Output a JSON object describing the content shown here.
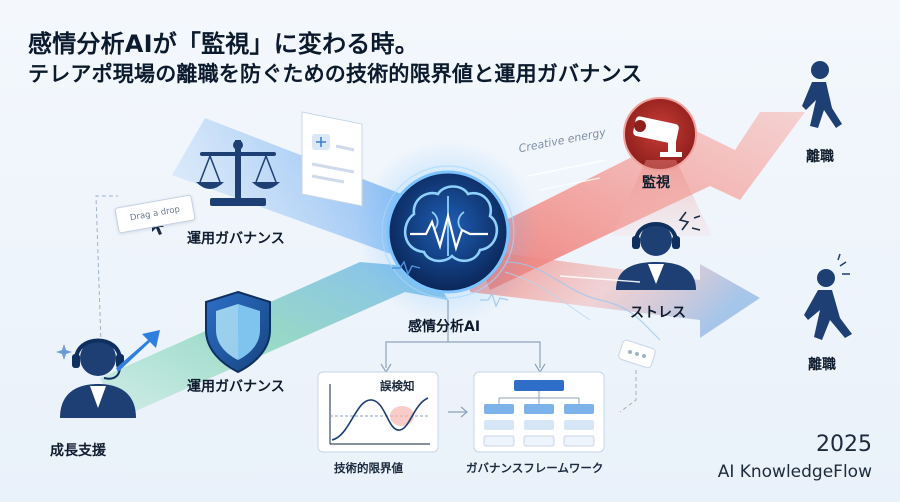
{
  "title": {
    "line1": "感情分析AIが「監視」に変わる時。",
    "line2": "テレアポ現場の離職を防ぐための技術的限界値と運用ガバナンス"
  },
  "center": {
    "label": "感情分析AI"
  },
  "left": {
    "top_label": "運用ガバナンス",
    "mid_label": "運用ガバナンス",
    "bottom_label": "成長支援",
    "drag_text": "Drag a drop"
  },
  "right": {
    "creative_text": "Creative energy",
    "monitor_label": "監視",
    "stress_label": "ストレス",
    "leave_top_label": "離職",
    "leave_bottom_label": "離職"
  },
  "bottom": {
    "chart_label": "技術的限界値",
    "false_detect_label": "誤検知",
    "framework_label": "ガバナンスフレームワーク"
  },
  "footer": {
    "year": "2025",
    "brand": "AI KnowledgeFlow"
  },
  "colors": {
    "blue": "#2f7fe0",
    "red": "#e14b45",
    "green": "#63c99a",
    "navy": "#1d3f73"
  }
}
